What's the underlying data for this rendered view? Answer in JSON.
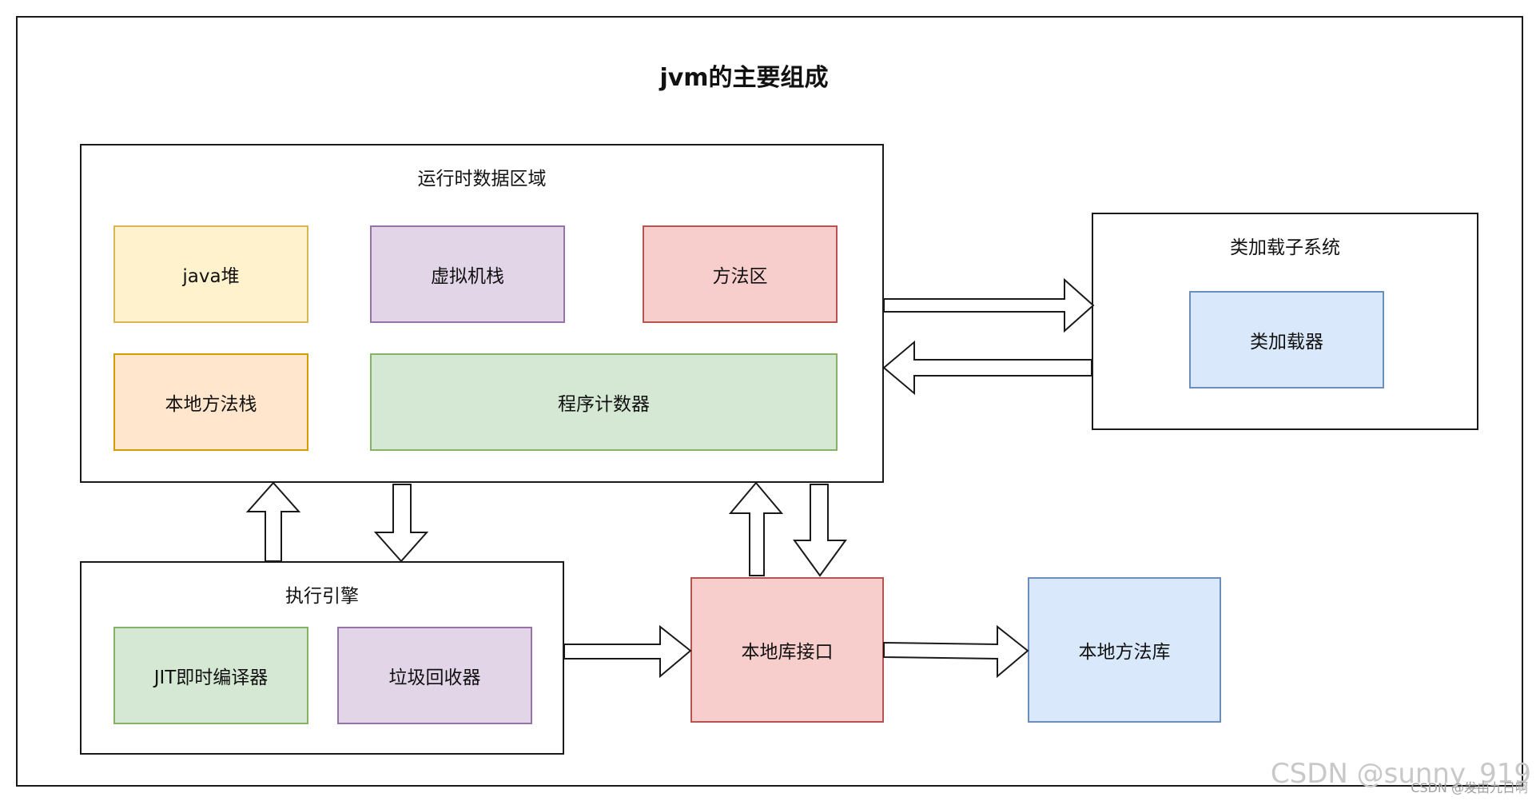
{
  "title": "jvm的主要组成",
  "runtime_area": {
    "label": "运行时数据区域",
    "items": [
      "java堆",
      "虚拟机栈",
      "方法区",
      "本地方法栈",
      "程序计数器"
    ]
  },
  "class_loader_subsystem": {
    "label": "类加载子系统",
    "items": [
      "类加载器"
    ]
  },
  "execution_engine": {
    "label": "执行引擎",
    "items": [
      "JIT即时编译器",
      "垃圾回收器"
    ]
  },
  "native_interface": "本地库接口",
  "native_library": "本地方法库",
  "watermark": {
    "main": "CSDN @sunny_919",
    "sub": "CSDN @发由九日啊"
  },
  "colors": {
    "yellow": "#fff2cc",
    "purple": "#e1d5e7",
    "red": "#f8cecc",
    "orange": "#ffe6cc",
    "green": "#d5e8d4",
    "blue": "#dae8fc"
  }
}
